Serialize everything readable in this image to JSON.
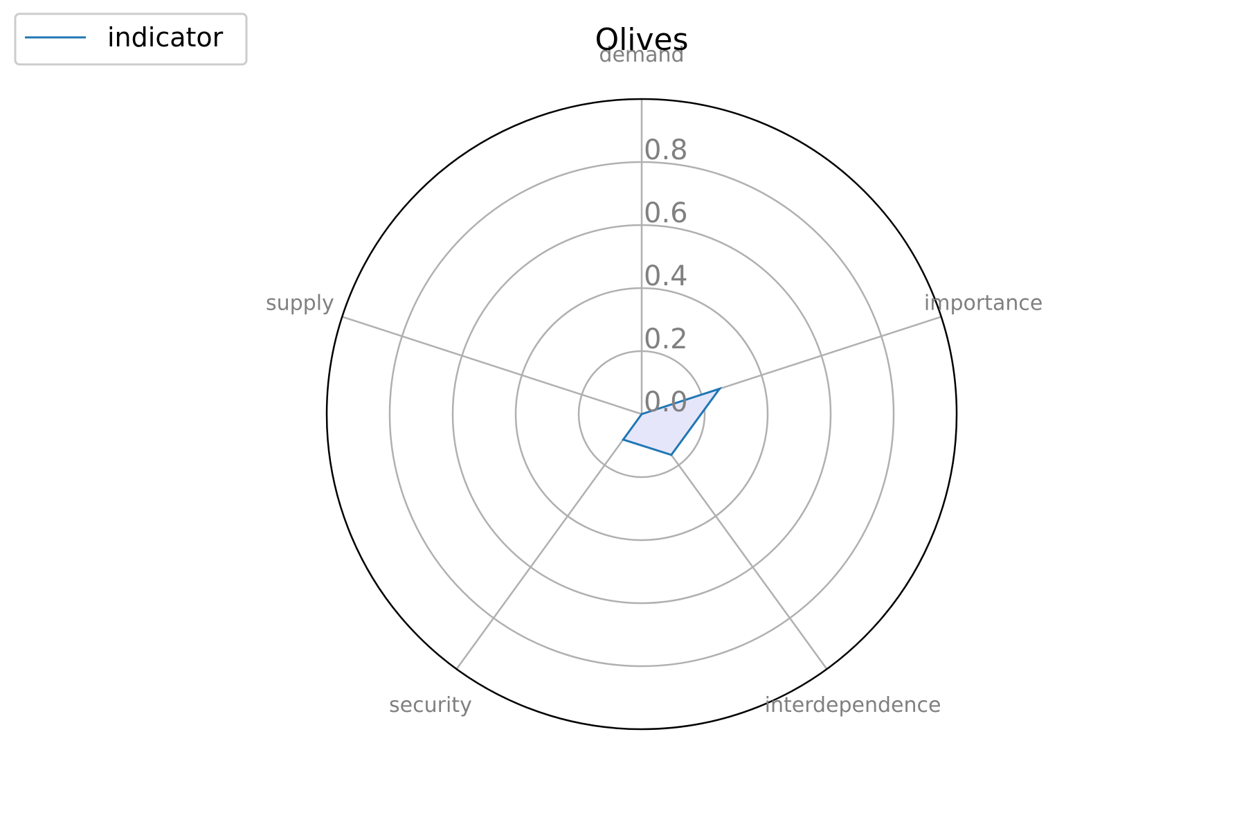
{
  "chart_data": {
    "type": "radar",
    "title": "Olives",
    "axes": [
      "demand",
      "importance",
      "interdependence",
      "security",
      "supply"
    ],
    "series": [
      {
        "name": "indicator",
        "values": [
          0.0,
          0.26,
          0.16,
          0.1,
          0.0
        ]
      }
    ],
    "rlim": [
      0,
      1.0
    ],
    "r_ticks": [
      0.0,
      0.2,
      0.4,
      0.6,
      0.8
    ],
    "r_tick_labels": [
      "0.0",
      "0.2",
      "0.4",
      "0.6",
      "0.8"
    ],
    "grid": true,
    "legend_position": "top-left",
    "colors": {
      "line": "#1f77b4",
      "fill": "#e6e6fa",
      "grid": "#b0b0b0",
      "outer_circle": "#000000",
      "label_text": "#808080"
    }
  }
}
